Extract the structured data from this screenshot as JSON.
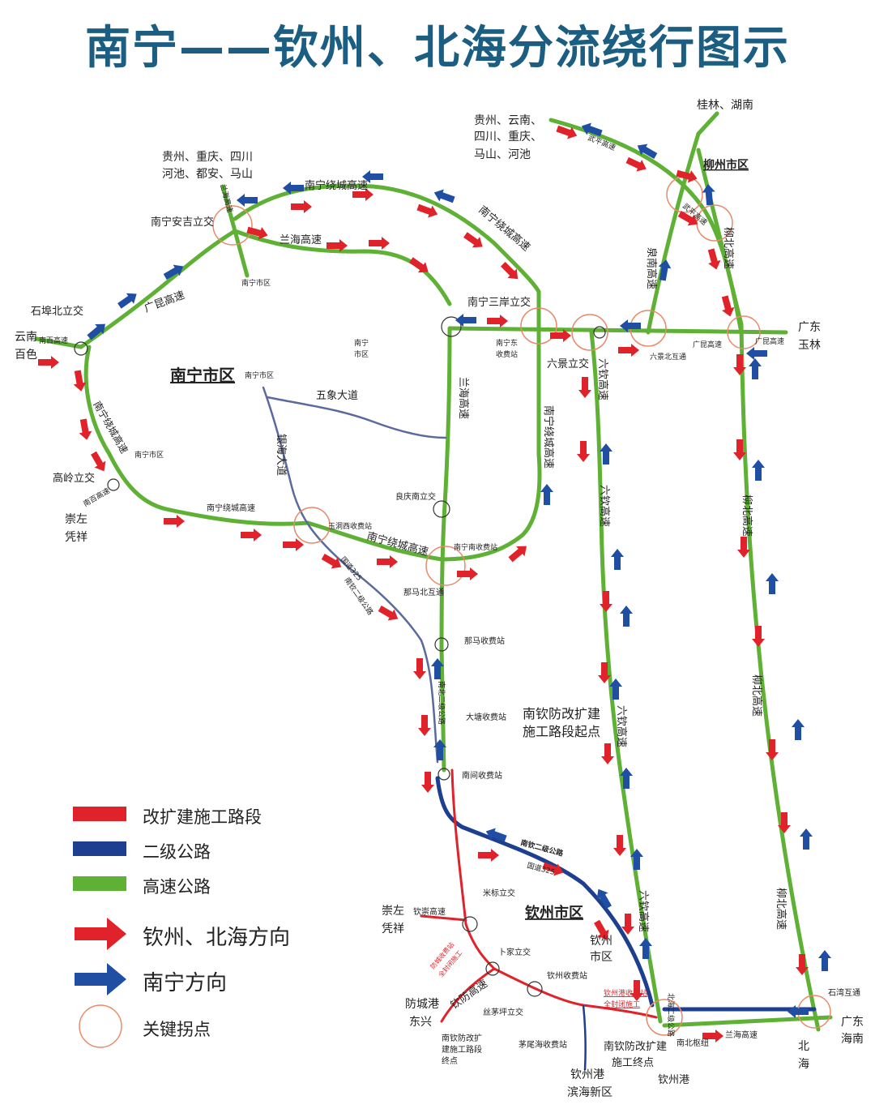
{
  "title": "南宁——钦州、北海分流绕行图示",
  "colors": {
    "construction": "#e0232b",
    "secondary": "#1e3f8f",
    "expressway": "#5fb135",
    "arrow_red": "#e0232b",
    "arrow_blue": "#1f4ea3",
    "title": "#1b5e82"
  },
  "legend": [
    {
      "icon": "red-bar",
      "label": "改扩建施工路段"
    },
    {
      "icon": "blue-bar",
      "label": "二级公路"
    },
    {
      "icon": "green-bar",
      "label": "高速公路"
    },
    {
      "icon": "red-arrow",
      "label": "钦州、北海方向"
    },
    {
      "icon": "blue-arrow",
      "label": "南宁方向"
    },
    {
      "icon": "circle",
      "label": "关键拐点"
    }
  ],
  "places": {
    "guizhou_top": "贵州、云南、",
    "guizhou_mid": "四川、重庆、",
    "guizhou_bot": "马山、河池",
    "guizhou2_top": "贵州、重庆、四川",
    "guizhou2_bot": "河池、都安、马山",
    "guilin": "桂林、湖南",
    "liuzhou": "柳州市区",
    "yunnan1": "云南",
    "yunnan2": "百色",
    "chongzuo1": "崇左",
    "chongzuo2": "凭祥",
    "guangdong_yulin1": "广东",
    "guangdong_yulin2": "玉林",
    "nanning_city": "南宁市区",
    "nanning_city_small": "南宁市区",
    "nanning_city_small2": "南宁市区",
    "nanning_city_small3": "南宁市区",
    "nanning_shiqu1": "南宁",
    "nanning_shiqu2": "市区",
    "qinzhou_city": "钦州市区",
    "qinzhou_shi1": "钦州",
    "qinzhou_shi2": "市区",
    "chongzuo_b1": "崇左",
    "chongzuo_b2": "凭祥",
    "fangcheng1": "防城港",
    "fangcheng2": "东兴",
    "qinzhou_port_new1": "钦州港",
    "qinzhou_port_new2": "滨海新区",
    "qinzhou_port": "钦州港",
    "guangdong_hainan1": "广东",
    "guangdong_hainan2": "海南",
    "beihai1": "北",
    "beihai2": "海"
  },
  "roads": {
    "nanning_ring_top": "南宁绕城高速",
    "lanhai_top": "兰海高速",
    "nanning_ring_ne": "南宁绕城高速",
    "guangkun": "广昆高速",
    "nanning_ring_w": "南宁绕城高速",
    "nanning_ring_s": "南宁绕城高速",
    "nanning_ring_s2": "南宁绕城高速",
    "nanning_ring_e": "南宁绕城高速",
    "lanhai_mid": "兰海高速",
    "wuxiang": "五象大道",
    "yinhai": "银海大道",
    "liuqin_1": "六钦高速",
    "liuqin_2": "六钦高速",
    "liuqin_3": "六钦高速",
    "liuqin_4": "六钦高速",
    "liubei_1": "柳北高速",
    "liubei_2": "柳北高速",
    "liubei_3": "柳北高速",
    "liubei_4": "柳北高速",
    "quannan": "泉南高速",
    "guangkun_e": "广昆高速",
    "guangkun_e2": "广昆高速",
    "nanbai": "南百高速",
    "nanbai2": "南百高速",
    "lanhai_ns": "兰海高速",
    "wuping": "武平高速",
    "wuping2": "武平高速",
    "nanbei_road": "南北二级公路",
    "guodao325_a": "国道325",
    "guodao325_b": "国道325",
    "nanqin_old": "南钦二级公路",
    "nanqin_old2": "南钦二级公路",
    "qinchong": "钦崇高速",
    "qinfang": "钦防高速",
    "lanhai_s": "兰海高速",
    "beihai_secondary": "北海二级公路"
  },
  "nodes": {
    "shifubei": "石埠北立交",
    "anji": "南宁安吉立交",
    "gaoling": "高岭立交",
    "sanan": "南宁三岸立交",
    "nanning_east_toll1": "南宁东",
    "nanning_east_toll2": "收费站",
    "liujing": "六景立交",
    "liujing_north": "六景北互通",
    "yudong": "玉洞西收费站",
    "liangqing": "良庆南立交",
    "nanning_south_toll": "南宁南收费站",
    "nama_north": "那马北互通",
    "nama_toll": "那马收费站",
    "datang_toll": "大塘收费站",
    "nanjian_toll": "南间收费站",
    "start1": "南钦防改扩建",
    "start2": "施工路段起点",
    "mibiao": "米标立交",
    "bujia": "卜家立交",
    "qinzhou_toll": "钦州收费站",
    "simaoping": "丝茅坪立交",
    "maoweihai_toll": "茅尾海收费站",
    "end_w1": "南钦防改扩",
    "end_w2": "建施工路段",
    "end_w3": "终点",
    "end_e1": "南钦防改扩建",
    "end_e2": "施工终点",
    "nanbei_hub": "南北枢纽",
    "shiwan": "石湾互通",
    "fangcheng_toll1": "防城收费站",
    "fangcheng_toll2": "全封闭施工",
    "qinzhougang_toll1": "钦州港收费站",
    "qinzhougang_toll2": "全封闭施工"
  }
}
